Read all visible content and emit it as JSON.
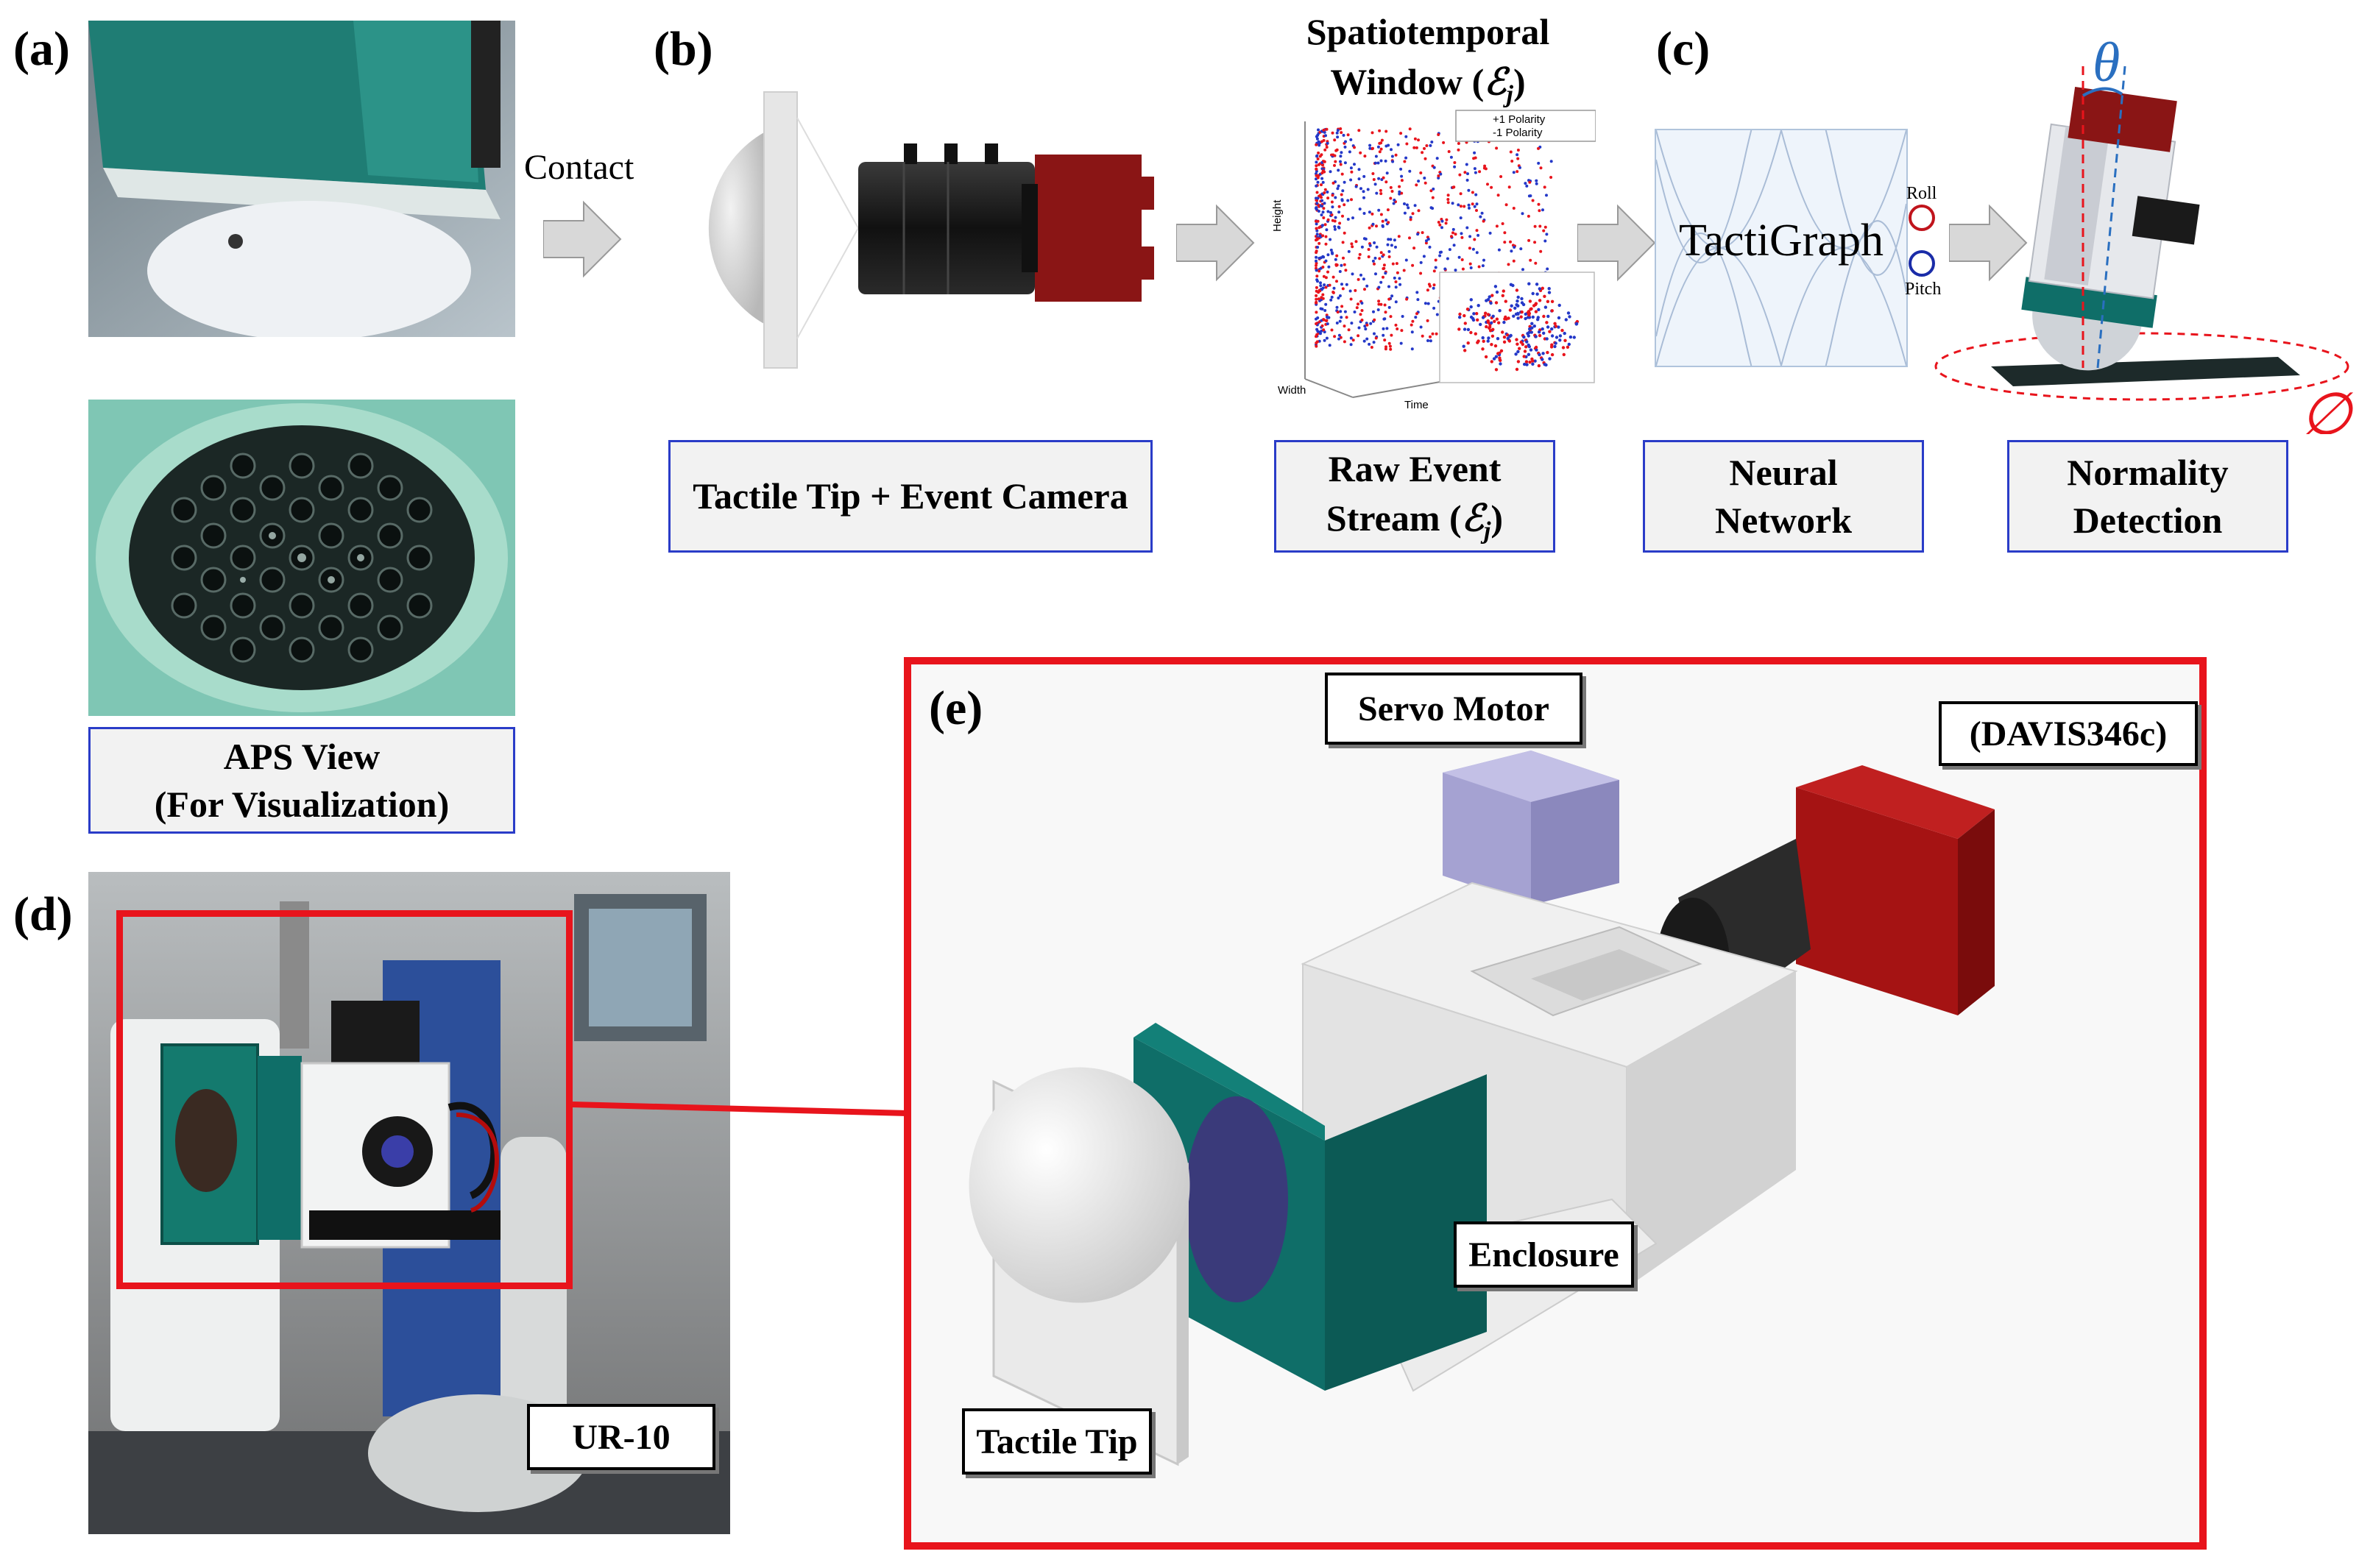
{
  "panels": {
    "a": "(a)",
    "b": "(b)",
    "c": "(c)",
    "d": "(d)",
    "e": "(e)"
  },
  "flow": {
    "contact_label": "Contact",
    "window_title_line1": "Spatiotemporal",
    "window_title_line2": "Window (",
    "window_title_symbol": "ℰ",
    "window_title_sub": "j",
    "window_title_end": ")",
    "tactigraph_label": "TactiGraph",
    "roll_label": "Roll",
    "pitch_label": "Pitch",
    "theta_symbol": "θ",
    "phi_symbol": "∅"
  },
  "event_plot": {
    "legend_pos": "+1 Polarity",
    "legend_neg": "-1 Polarity",
    "axis_height": "Height",
    "axis_width": "Width",
    "axis_time": "Time"
  },
  "boxes": {
    "tactile_tip_camera": "Tactile Tip + Event Camera",
    "raw_event_line1": "Raw Event",
    "raw_event_line2": "Stream (",
    "raw_event_symbol": "ℰ",
    "raw_event_sub": "j",
    "raw_event_end": ")",
    "neural_line1": "Neural",
    "neural_line2": "Network",
    "normality_line1": "Normality",
    "normality_line2": "Detection",
    "aps_line1": "APS View",
    "aps_line2": "(For Visualization)"
  },
  "labels": {
    "servo_motor": "Servo Motor",
    "davis": "(DAVIS346c)",
    "enclosure": "Enclosure",
    "tactile_tip": "Tactile Tip",
    "ur10": "UR-10"
  },
  "colors": {
    "highlight_red": "#e8141c",
    "box_border_blue": "#2a3cc8",
    "teal": "#0f6e68",
    "camera_red": "#9e1010",
    "servo_purple": "#9a97c8",
    "angle_blue": "#2a6fc0"
  }
}
